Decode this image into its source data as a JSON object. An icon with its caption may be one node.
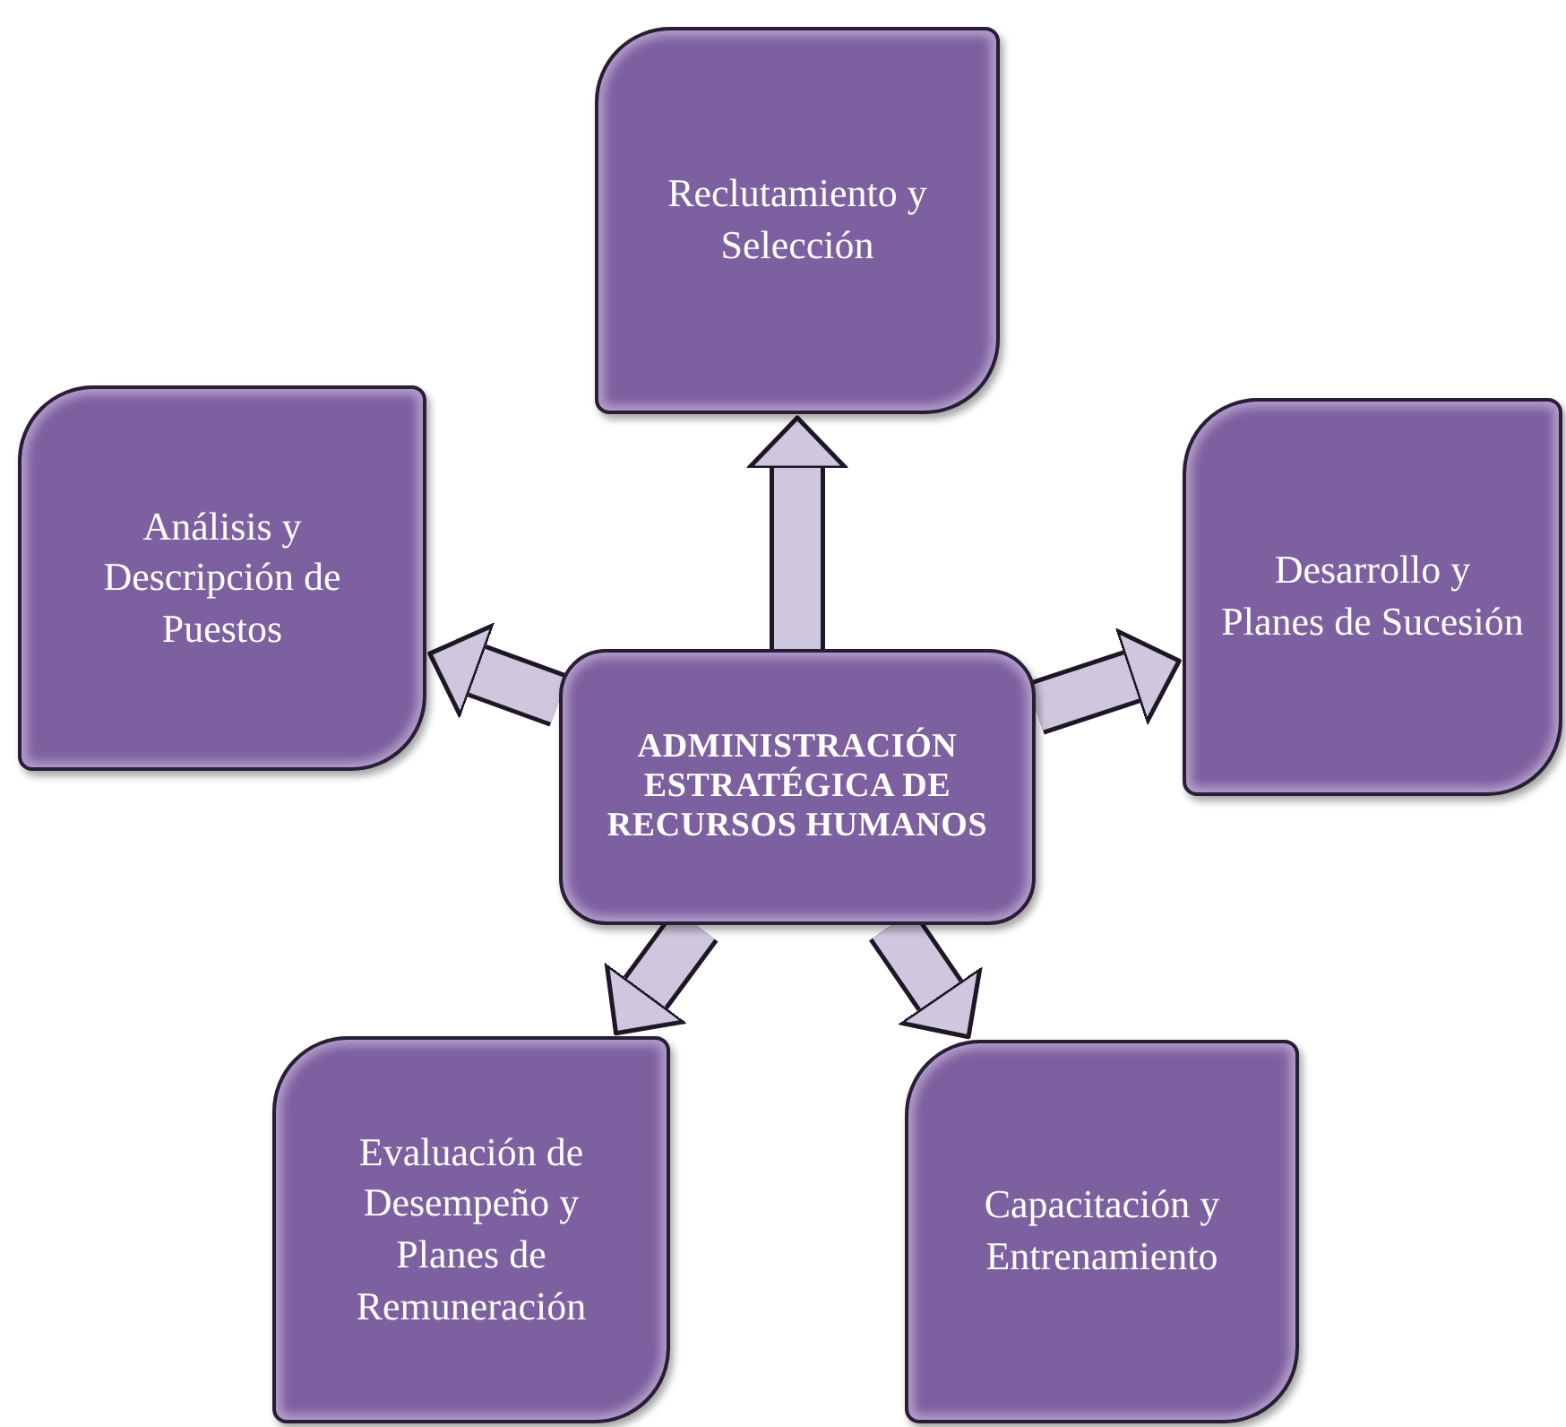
{
  "diagram": {
    "nodes": [
      {
        "text": [
          "Reclutamiento y Selección"
        ]
      },
      {
        "text": [
          "Análisis y Descripción de Puestos"
        ]
      },
      {
        "text": [
          "Desarrollo y Planes de Sucesión"
        ]
      },
      {
        "text": [
          "ADMINISTRACIÓN ESTRATÉGICA DE RECURSOS HUMANOS"
        ]
      },
      {
        "text": [
          "Evaluación de Desempeño y Planes de Remuneración"
        ]
      },
      {
        "text": [
          "Capacitación y Entrenamiento"
        ]
      }
    ],
    "edges": [
      {
        "from": 3,
        "to": 0,
        "arrow": "to"
      },
      {
        "from": 3,
        "to": 1,
        "arrow": "to"
      },
      {
        "from": 3,
        "to": 2,
        "arrow": "to"
      },
      {
        "from": 3,
        "to": 4,
        "arrow": "to"
      },
      {
        "from": 3,
        "to": 5,
        "arrow": "to"
      }
    ]
  }
}
